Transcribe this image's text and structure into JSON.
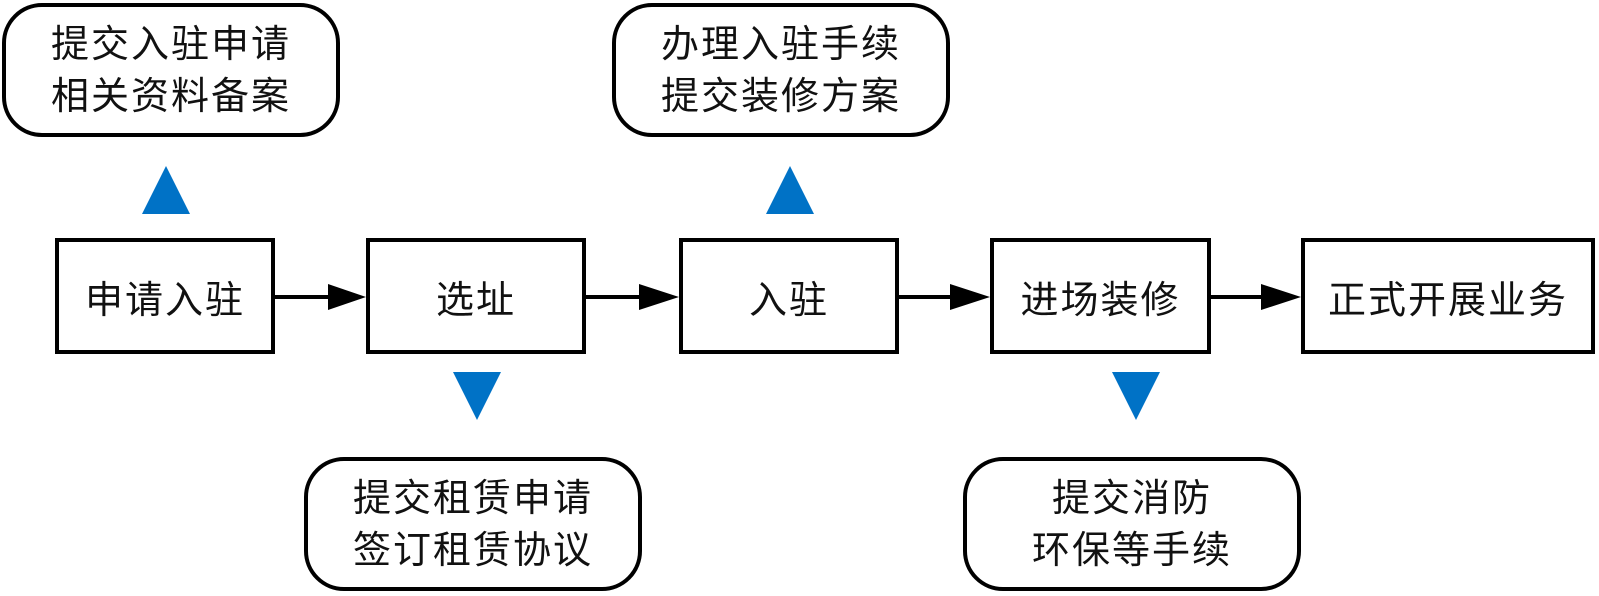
{
  "steps": [
    {
      "label": "申请入驻"
    },
    {
      "label": "选址"
    },
    {
      "label": "入驻"
    },
    {
      "label": "进场装修"
    },
    {
      "label": "正式开展业务"
    }
  ],
  "notes": [
    {
      "for_step": "申请入驻",
      "position": "above",
      "lines": [
        "提交入驻申请",
        "相关资料备案"
      ]
    },
    {
      "for_step": "选址",
      "position": "below",
      "lines": [
        "提交租赁申请",
        "签订租赁协议"
      ]
    },
    {
      "for_step": "入驻",
      "position": "above",
      "lines": [
        "办理入驻手续",
        "提交装修方案"
      ]
    },
    {
      "for_step": "进场装修",
      "position": "below",
      "lines": [
        "提交消防",
        "环保等手续"
      ]
    }
  ],
  "colors": {
    "triangle": "#0072c6",
    "border": "#000000"
  }
}
